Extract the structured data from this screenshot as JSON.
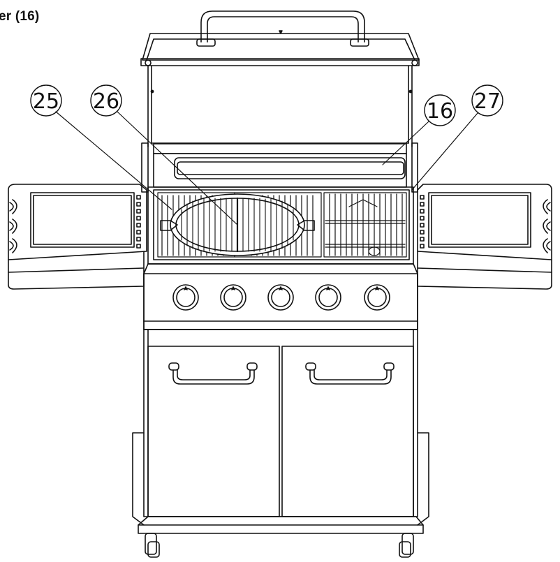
{
  "heading": "er (16)",
  "callouts": [
    {
      "id": "25",
      "label": "25"
    },
    {
      "id": "26",
      "label": "26"
    },
    {
      "id": "16",
      "label": "16"
    },
    {
      "id": "27",
      "label": "27"
    }
  ],
  "knobs": 5
}
